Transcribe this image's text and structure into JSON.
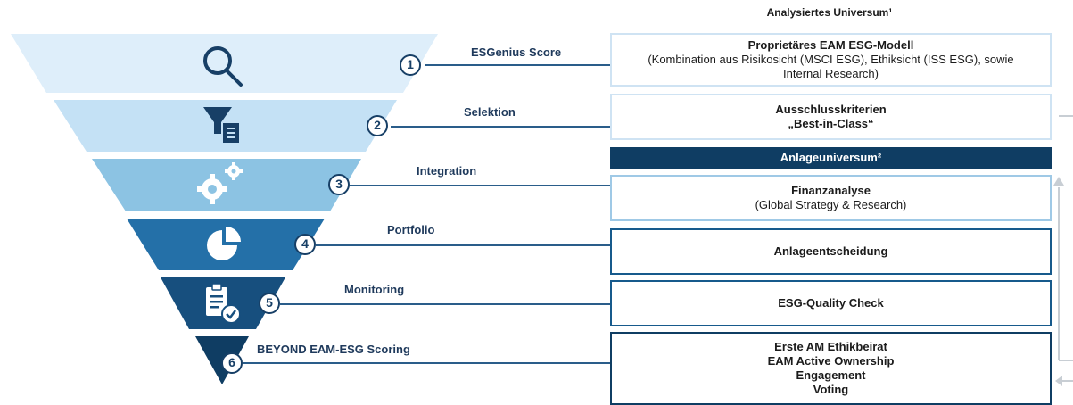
{
  "header": {
    "title": "Analysiertes Universum¹"
  },
  "stages": [
    {
      "number": "1",
      "label": "ESGenius Score",
      "icon": "magnifier-icon",
      "color": "#deeefa"
    },
    {
      "number": "2",
      "label": "Selektion",
      "icon": "filter-list-icon",
      "color": "#c4e1f5"
    },
    {
      "number": "3",
      "label": "Integration",
      "icon": "gears-icon",
      "color": "#8cc3e3"
    },
    {
      "number": "4",
      "label": "Portfolio",
      "icon": "pie-chart-icon",
      "color": "#2470a8"
    },
    {
      "number": "5",
      "label": "Monitoring",
      "icon": "clipboard-check-icon",
      "color": "#174f7e"
    },
    {
      "number": "6",
      "label": "BEYOND EAM-ESG Scoring",
      "icon": null,
      "color": "#0f3d63"
    }
  ],
  "boxes": {
    "b1": {
      "title": "Proprietäres EAM ESG-Modell",
      "lines": [
        "(Kombination aus Risikosicht (MSCI ESG), Ethiksicht (ISS ESG), sowie",
        "Internal Research)"
      ]
    },
    "b2": {
      "lines": [
        "Ausschlusskriterien",
        "„Best-in-Class“"
      ]
    },
    "bar": {
      "text": "Anlageuniversum²"
    },
    "b3": {
      "title": "Finanzanalyse",
      "sub": "(Global Strategy & Research)"
    },
    "b4": {
      "text": "Anlageentscheidung"
    },
    "b5": {
      "text": "ESG-Quality Check"
    },
    "b6": {
      "lines": [
        "Erste AM Ethikbeirat",
        "EAM Active Ownership",
        "Engagement",
        "Voting"
      ]
    }
  },
  "colors": {
    "dark_navy": "#0f3d63",
    "border_light": "#cfe3f3",
    "border_mid": "#9fc9e6",
    "border_dark": "#175a8c",
    "accent_line": "#2a5d8a"
  }
}
